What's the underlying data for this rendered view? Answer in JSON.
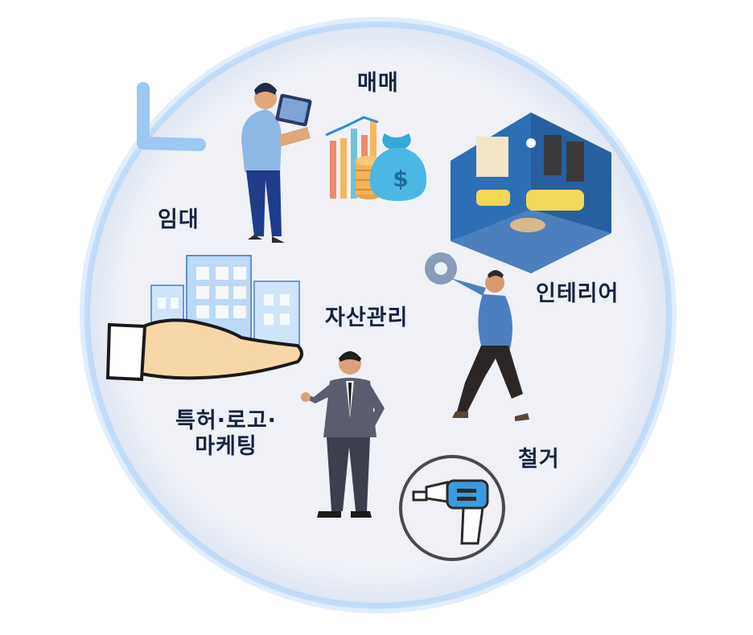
{
  "labels": {
    "sale": "매매",
    "lease": "임대",
    "asset_management": "자산관리",
    "interior": "인테리어",
    "patent_line1": "특허·로고·",
    "patent_line2": "마케팅",
    "demolition": "철거"
  },
  "icons": [
    "circular-arrow-icon",
    "person-with-laptop-icon",
    "growth-bar-chart-icon",
    "coins-stack-icon",
    "money-bag-icon",
    "interior-room-icon",
    "person-carrying-gear-icon",
    "hand-holding-buildings-icon",
    "businessman-icon",
    "power-drill-icon"
  ],
  "colors": {
    "circle_fill": "#eff1f6",
    "circle_ring": "#a9cdf5",
    "arrow": "#9ec7f3",
    "label_text": "#16233f"
  }
}
